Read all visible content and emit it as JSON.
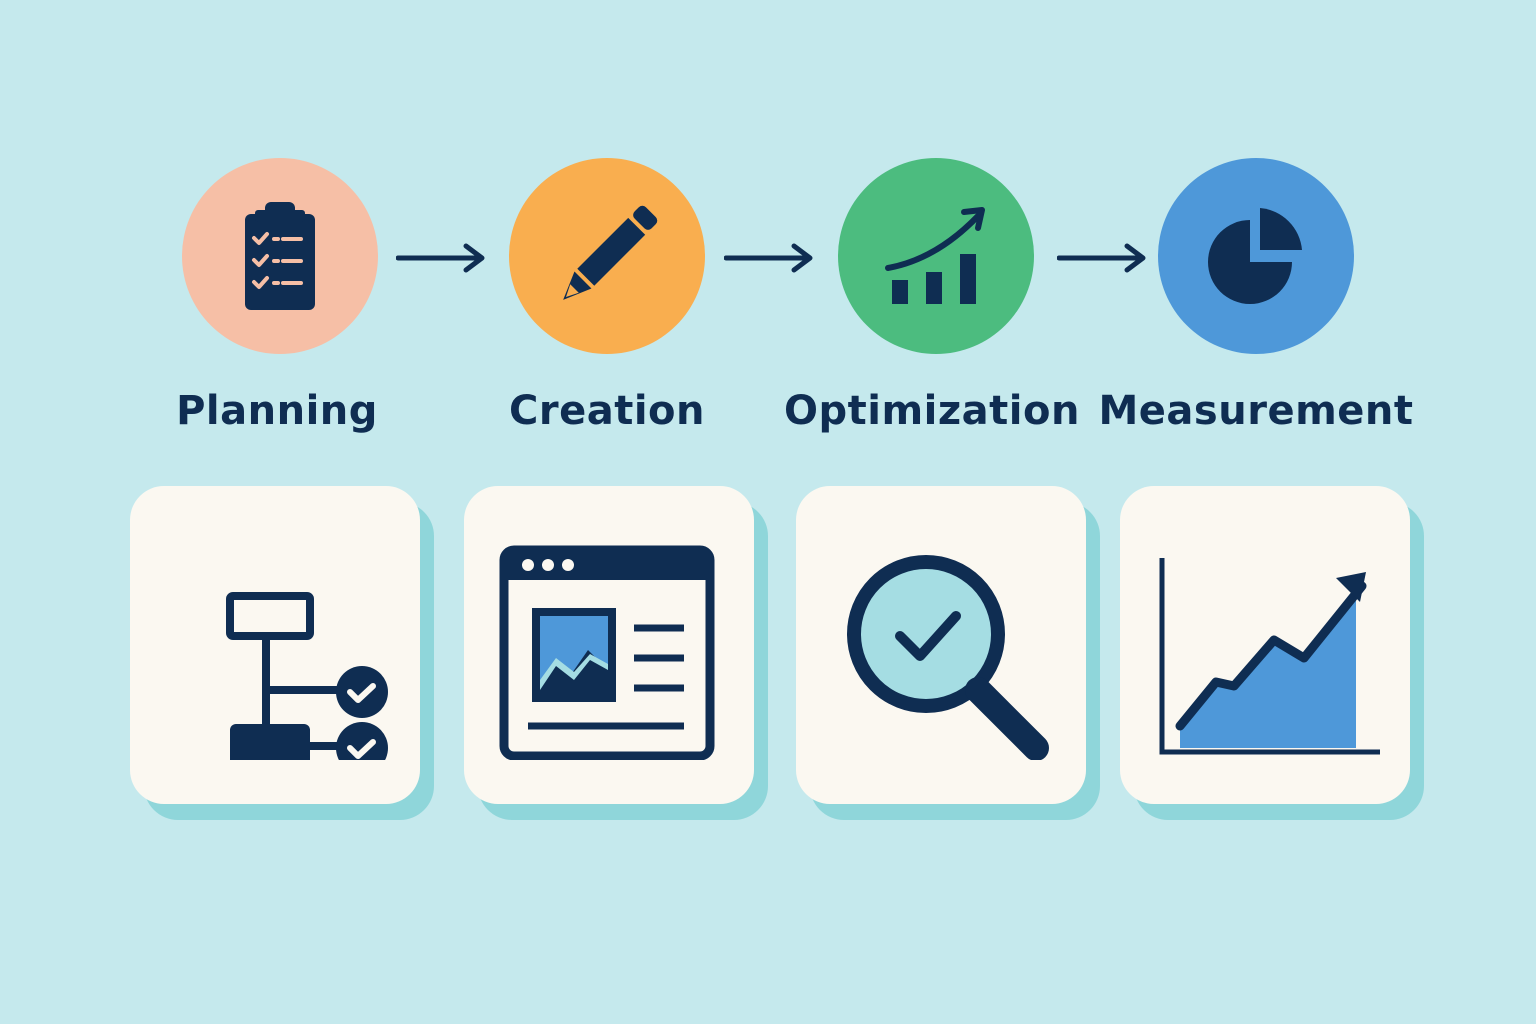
{
  "steps": [
    {
      "label": "Planning",
      "icon": "clipboard-checklist-icon",
      "color": "#f6bfa6"
    },
    {
      "label": "Creation",
      "icon": "pencil-icon",
      "color": "#f9ae4f"
    },
    {
      "label": "Optimization",
      "icon": "growth-bar-chart-icon",
      "color": "#4cbc7f"
    },
    {
      "label": "Measurement",
      "icon": "pie-chart-icon",
      "color": "#4e98d9"
    }
  ],
  "cards": [
    {
      "icon": "flowchart-checklist-icon"
    },
    {
      "icon": "browser-window-content-icon"
    },
    {
      "icon": "magnifier-check-icon"
    },
    {
      "icon": "area-chart-trend-icon"
    }
  ],
  "colors": {
    "background": "#c5e9ed",
    "ink": "#0f2d52",
    "card": "#fbf8f1",
    "card_shadow": "#8fd6da",
    "accent_blue": "#4e98d9",
    "light_blue": "#a5dde3",
    "check_mark": "#f6bfa6"
  }
}
